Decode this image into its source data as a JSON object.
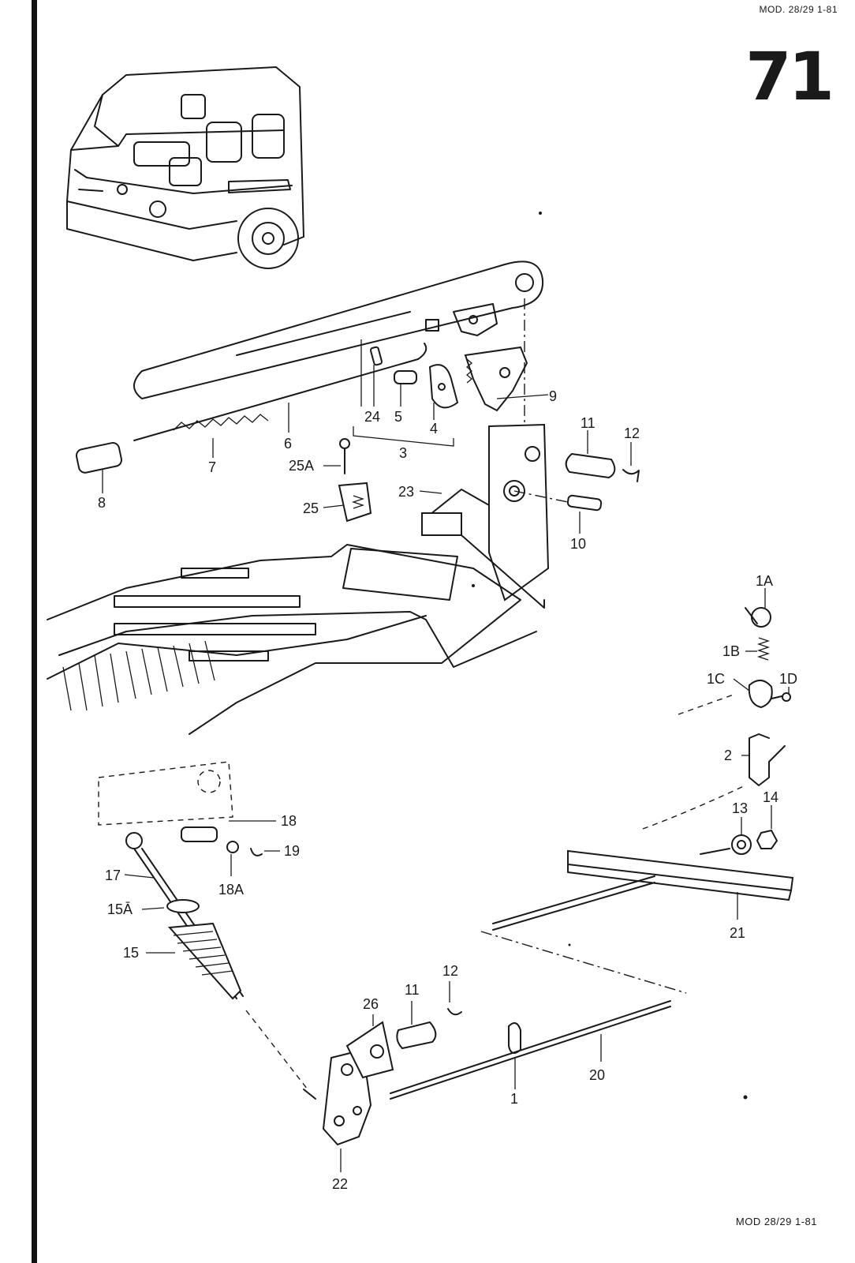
{
  "header": {
    "model_code": "MOD. 28/29 1-81"
  },
  "page_number": "71",
  "footer": {
    "model_code": "MOD 28/29 1-81"
  },
  "callouts": {
    "p1": "1",
    "p1A": "1A",
    "p1B": "1B",
    "p1C": "1C",
    "p1D": "1D",
    "p2": "2",
    "p3": "3",
    "p4": "4",
    "p5": "5",
    "p6": "6",
    "p7": "7",
    "p8": "8",
    "p9": "9",
    "p10": "10",
    "p11_top": "11",
    "p11_bottom": "11",
    "p12_top": "12",
    "p12_bottom": "12",
    "p13": "13",
    "p14": "14",
    "p15": "15",
    "p15A": "15Ā",
    "p17": "17",
    "p18": "18",
    "p18A": "18A",
    "p19": "19",
    "p20": "20",
    "p21": "21",
    "p22": "22",
    "p23": "23",
    "p24": "24",
    "p25": "25",
    "p25A": "25A",
    "p26": "26"
  }
}
